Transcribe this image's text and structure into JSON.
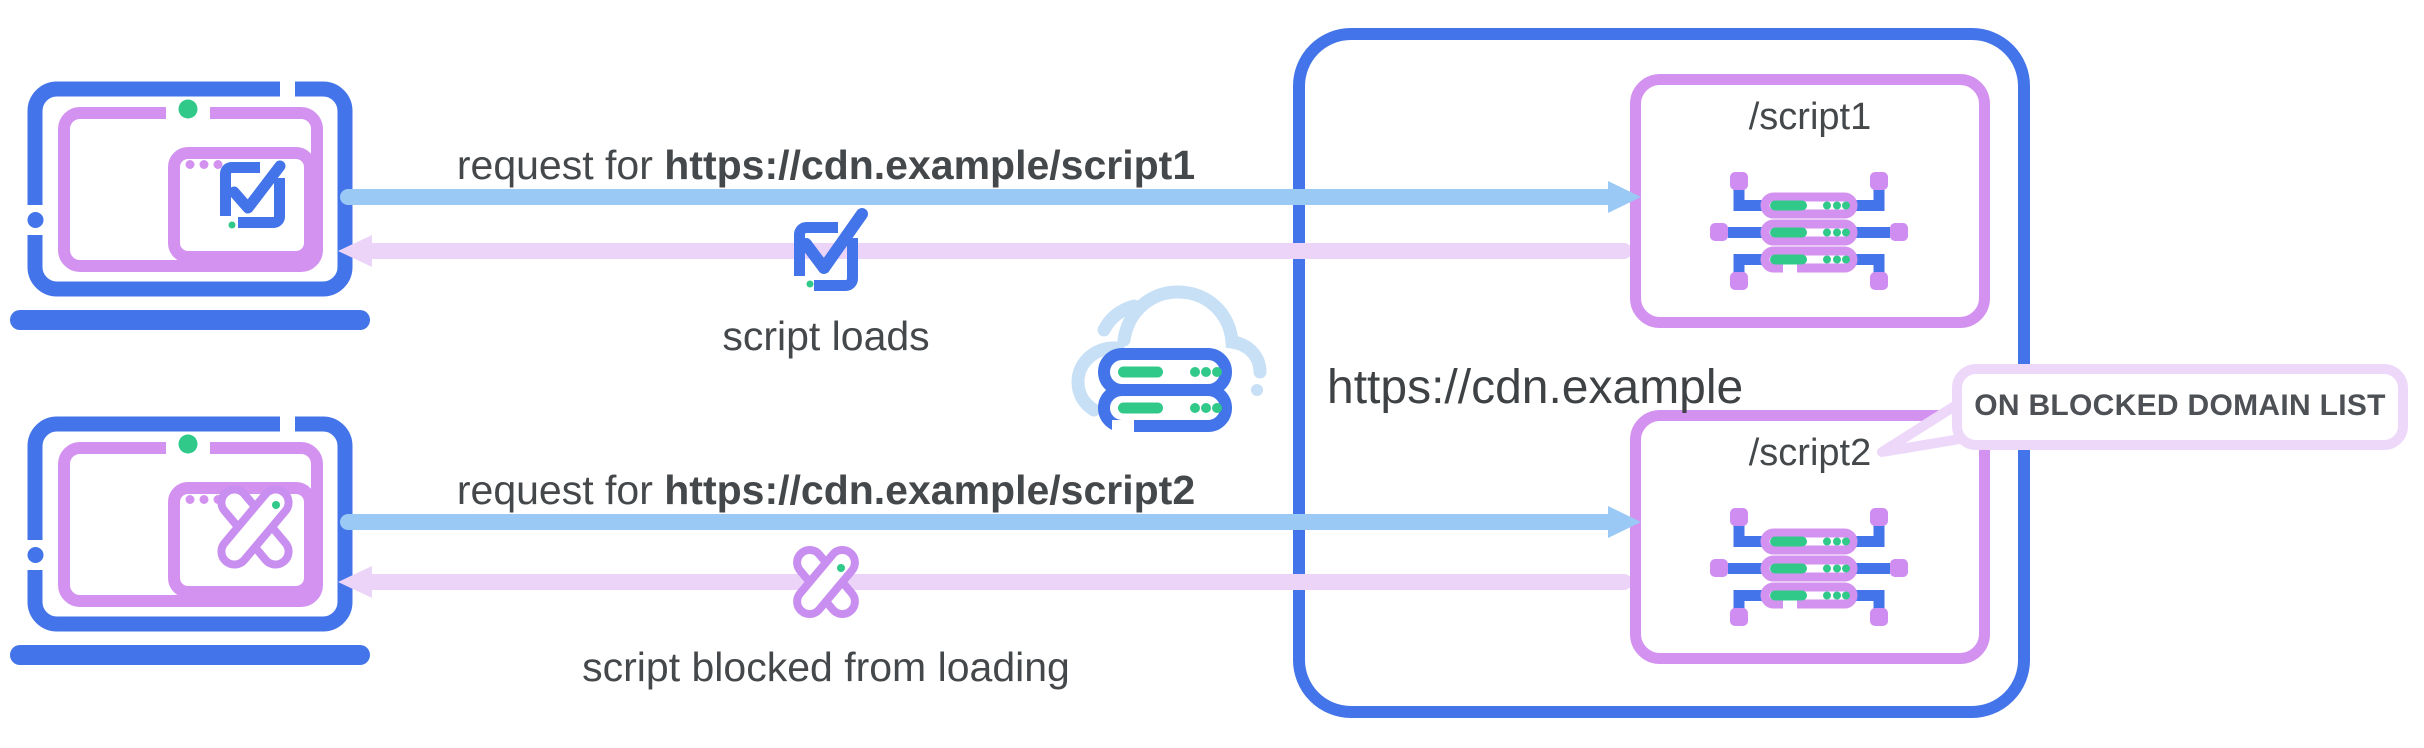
{
  "palette": {
    "blue": "#4374e9",
    "light_blue_arrow": "#99c9f4",
    "pale_blue_cloud": "#c7e0f6",
    "purple": "#d392f0",
    "purple_soft": "#c98ff0",
    "pale_purple_arrow": "#ecd4f8",
    "tooltip_border": "#eed8fa",
    "green": "#31c98a",
    "text": "#45484b"
  },
  "flows": {
    "top": {
      "request_prefix": "request for ",
      "request_url": "https://cdn.example/script1",
      "result_label": "script loads"
    },
    "bottom": {
      "request_prefix": "request for ",
      "request_url": "https://cdn.example/script2",
      "result_label": "script blocked from loading"
    }
  },
  "cdn": {
    "domain_label": "https://cdn.example",
    "endpoints": [
      {
        "path": "/script1"
      },
      {
        "path": "/script2"
      }
    ],
    "blocked_tooltip": "ON BLOCKED DOMAIN LIST"
  }
}
